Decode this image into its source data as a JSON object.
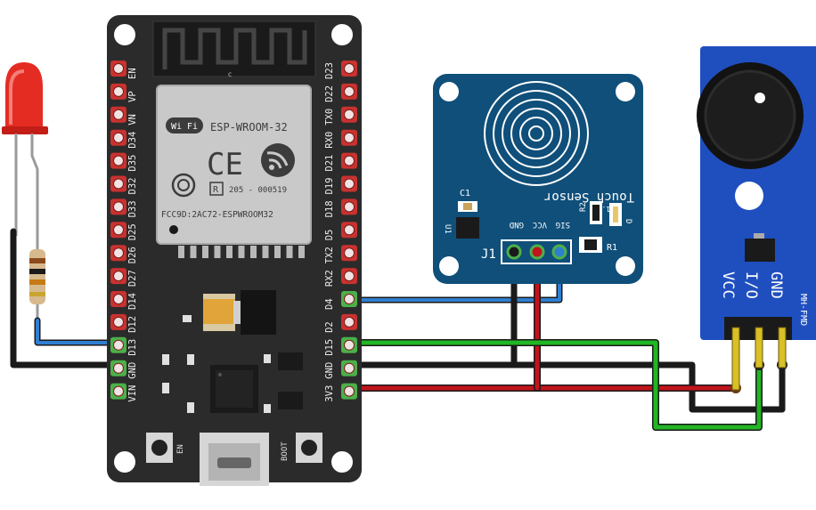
{
  "esp32": {
    "module_name": "ESP-WROOM-32",
    "wifi_label": "Wi Fi",
    "ce_mark": "CE",
    "fcc_id": "FCC9D:2AC72-ESPWROOM32",
    "r_cert": "205 - 000519",
    "antenna_c": "c",
    "btn_en": "EN",
    "btn_boot": "BOOT",
    "left_pins": [
      "EN",
      "VP",
      "VN",
      "D34",
      "D35",
      "D32",
      "D33",
      "D25",
      "D26",
      "D27",
      "D14",
      "D12",
      "D13",
      "GND",
      "VIN"
    ],
    "right_pins": [
      "D23",
      "D22",
      "TX0",
      "RX0",
      "D21",
      "D19",
      "D18",
      "D5",
      "TX2",
      "RX2",
      "D4",
      "D2",
      "D15",
      "GND",
      "3V3"
    ]
  },
  "touch_sensor": {
    "title": "Touch Sensor",
    "version": "V1.1",
    "header": "J1",
    "pins": [
      "GND",
      "VCC",
      "SIG"
    ],
    "labels": {
      "c1": "C1",
      "u1": "U1",
      "r1": "R1",
      "r2": "R2",
      "d": "D"
    }
  },
  "buzzer": {
    "model": "MH-FMD",
    "pins": [
      "VCC",
      "I/O",
      "GND"
    ]
  },
  "colors": {
    "board": "#2b2b2b",
    "esp_silver": "#c9c9c9",
    "pin_red": "#c8322f",
    "pin_green": "#4cb04a",
    "wire_blue": "#2f7fd1",
    "wire_black": "#1a1a1a",
    "wire_red": "#c1141b",
    "wire_green": "#22b524",
    "touch_pcb": "#0f4f7a",
    "buzzer_pcb": "#1f4fbf",
    "led_red": "#e52c23",
    "gold": "#d8c026"
  }
}
